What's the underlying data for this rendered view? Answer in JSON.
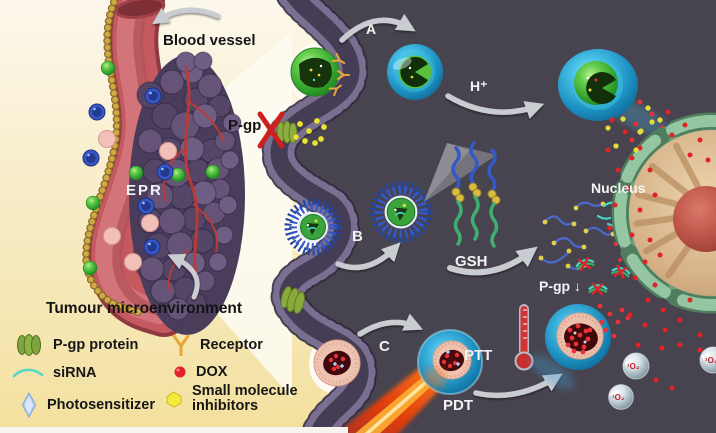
{
  "labels": {
    "blood_vessel": "Blood vessel",
    "epr": "EPR",
    "tumour_microenvironment": "Tumour microenvironment",
    "pgp": "P-gp",
    "pathway_a": "A",
    "h_plus": "H⁺",
    "pathway_b": "B",
    "gsh": "GSH",
    "pgp_down": "P-gp ↓",
    "nucleus": "Nucleus",
    "pathway_c": "C",
    "ptt": "PTT",
    "pdt": "PDT",
    "singlet_oxygen": "¹O₂"
  },
  "legend": {
    "items": [
      {
        "icon": "pgp-protein-icon",
        "label": "P-gp protein"
      },
      {
        "icon": "sirna-icon",
        "label": "siRNA"
      },
      {
        "icon": "photosensitizer-icon",
        "label": "Photosensitizer"
      },
      {
        "icon": "receptor-icon",
        "label": "Receptor"
      },
      {
        "icon": "dox-icon",
        "label": "DOX"
      },
      {
        "icon": "small-molecule-inhibitors-icon",
        "label": "Small molecule inhibitors"
      }
    ]
  },
  "colors": {
    "background_dark": "#48444f",
    "background_cream": "#f7e7af",
    "membrane_purple": "#7b6f91",
    "vessel_red": "#c45a60",
    "tumour_purple": "#5a4a6c",
    "nanoparticle_green": "#46b33e",
    "endosome_blue": "#1b8fc0",
    "micelle_blue": "#3358c8",
    "laser_orange": "#ff6a10",
    "dox_red": "#e42028",
    "inhibitor_yellow": "#f2ea3e",
    "receptor_orange": "#e8a53a",
    "sirna_cyan": "#4fd8c4",
    "photosensitizer_blue": "#9ec7ee",
    "nucleus_envelope_green": "#93c6a1",
    "nucleus_tan": "#d6b289"
  }
}
